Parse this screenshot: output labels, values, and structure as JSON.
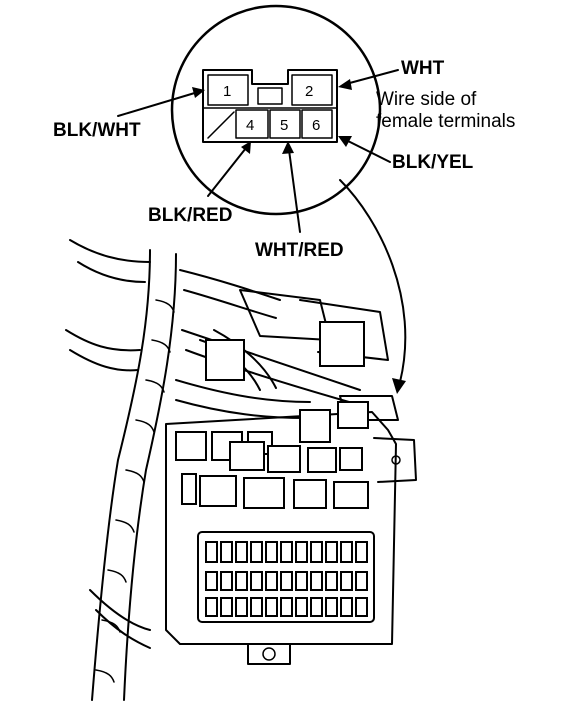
{
  "connector": {
    "pins": {
      "p1": "1",
      "p2": "2",
      "p4": "4",
      "p5": "5",
      "p6": "6"
    },
    "description_line1": "Wire side of",
    "description_line2": "female terminals"
  },
  "wires": {
    "wht": "WHT",
    "blk_wht": "BLK/WHT",
    "blk_yel": "BLK/YEL",
    "blk_red": "BLK/RED",
    "wht_red": "WHT/RED"
  },
  "colors": {
    "line": "#000000",
    "background": "#ffffff"
  }
}
